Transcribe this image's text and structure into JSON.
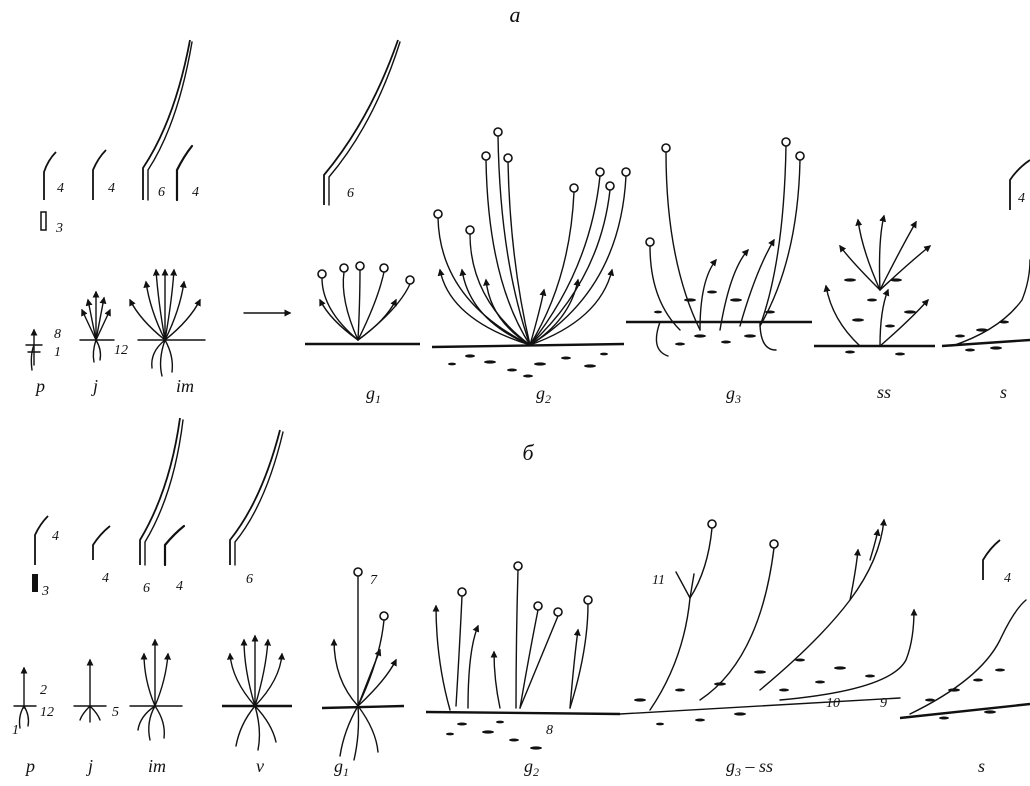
{
  "panels": [
    {
      "label": "а",
      "stages": [
        "p",
        "j",
        "im",
        "g",
        "g",
        "ss",
        "s"
      ],
      "stage_subscripts": [
        "",
        "",
        "",
        "1",
        "2",
        "",
        ""
      ],
      "g3_base": "g",
      "g3_sub": "3",
      "numbers": [
        "8",
        "1",
        "12",
        "4",
        "3",
        "4",
        "6",
        "4",
        "6",
        "4"
      ]
    },
    {
      "label": "б",
      "stages": [
        "p",
        "j",
        "im",
        "v",
        "g",
        "g",
        "g",
        "s"
      ],
      "g1_sub": "1",
      "g2_sub": "2",
      "g3ss_sub": "3",
      "g3ss_tail": " – ss",
      "numbers": [
        "2",
        "12",
        "1",
        "5",
        "4",
        "3",
        "4",
        "6",
        "4",
        "6",
        "7",
        "8",
        "11",
        "10",
        "9",
        "4"
      ]
    }
  ],
  "arrow_icon": "right-arrow-icon"
}
